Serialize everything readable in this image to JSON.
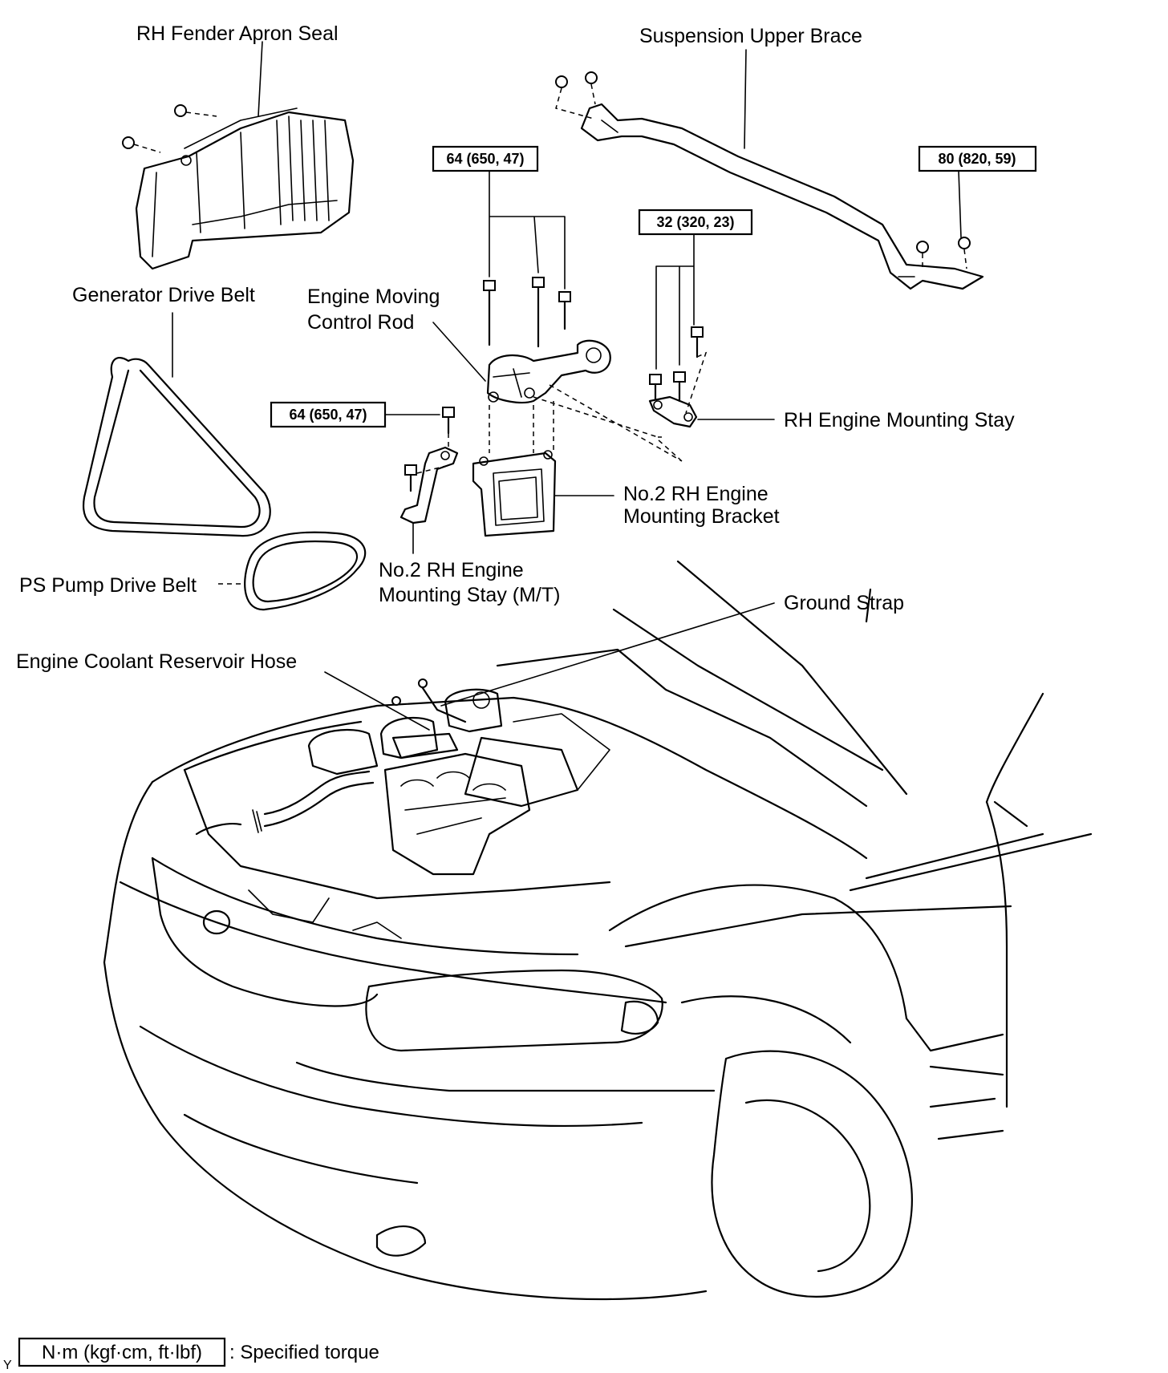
{
  "labels": {
    "rh_fender_apron_seal": "RH Fender Apron Seal",
    "suspension_upper_brace": "Suspension Upper Brace",
    "generator_drive_belt": "Generator Drive Belt",
    "engine_moving_control_rod_line1": "Engine Moving",
    "engine_moving_control_rod_line2": "Control Rod",
    "rh_engine_mounting_stay": "RH Engine Mounting Stay",
    "no2_rh_engine_mounting_bracket_line1": "No.2 RH Engine",
    "no2_rh_engine_mounting_bracket_line2": "Mounting Bracket",
    "ps_pump_drive_belt": "PS Pump Drive Belt",
    "no2_rh_engine_mounting_stay_mt_line1": "No.2 RH Engine",
    "no2_rh_engine_mounting_stay_mt_line2": "Mounting Stay (M/T)",
    "ground_strap": "Ground Strap",
    "engine_coolant_reservoir_hose": "Engine Coolant Reservoir Hose"
  },
  "torques": {
    "control_rod_bolts": "64 (650, 47)",
    "brace_nut_right": "80 (820, 59)",
    "mounting_stay_bolts": "32 (320, 23)",
    "stay_mt_bolt": "64 (650, 47)"
  },
  "legend": {
    "unit_box": "N·m (kgf·cm, ft·lbf)",
    "description": ": Specified torque",
    "corner_mark": "Y"
  }
}
